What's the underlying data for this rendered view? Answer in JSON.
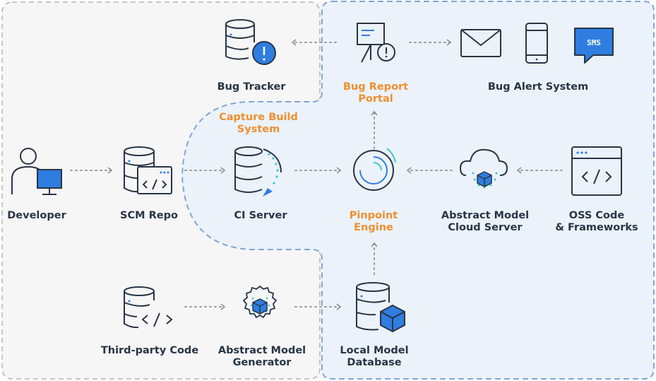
{
  "nodes": {
    "bug_tracker": {
      "label": [
        "Bug Tracker"
      ],
      "icon": "database-alert-icon"
    },
    "bug_report_portal": {
      "label": [
        "Bug Report",
        "Portal"
      ],
      "icon": "presentation-board-icon"
    },
    "bug_alert_system": {
      "label": [
        "Bug Alert System"
      ],
      "icons": [
        "envelope-icon",
        "phone-icon",
        "sms-icon"
      ],
      "sms_text": "SMS"
    },
    "capture_build_system": {
      "label": [
        "Capture Build",
        "System"
      ]
    },
    "developer": {
      "label": [
        "Developer"
      ],
      "icon": "person-computer-icon"
    },
    "scm_repo": {
      "label": [
        "SCM Repo"
      ],
      "icon": "database-code-icon"
    },
    "ci_server": {
      "label": [
        "CI Server"
      ],
      "icon": "database-refresh-icon"
    },
    "pinpoint_engine": {
      "label": [
        "Pinpoint",
        "Engine"
      ],
      "icon": "target-rings-icon"
    },
    "abstract_model_cloud_server": {
      "label": [
        "Abstract Model",
        "Cloud Server"
      ],
      "icon": "cloud-cube-icon"
    },
    "oss_code": {
      "label": [
        "OSS Code",
        "& Frameworks"
      ],
      "icon": "code-window-icon"
    },
    "third_party_code": {
      "label": [
        "Third-party Code"
      ],
      "icon": "database-code-icon"
    },
    "abstract_model_generator": {
      "label": [
        "Abstract Model",
        "Generator"
      ],
      "icon": "gear-cube-icon"
    },
    "local_model_database": {
      "label": [
        "Local Model",
        "Database"
      ],
      "icon": "database-cube-icon"
    }
  },
  "colors": {
    "text": "#283545",
    "highlight": "#EF8F2F",
    "accent_blue": "#2F7DE1",
    "teal": "#3EC7C9",
    "left_panel_bg": "#F6F6F7",
    "right_panel_bg": "#EBF2FA",
    "gray_border": "#B4B4B4",
    "blue_border": "#7FA6D6",
    "dots": "#9A9A9A"
  }
}
